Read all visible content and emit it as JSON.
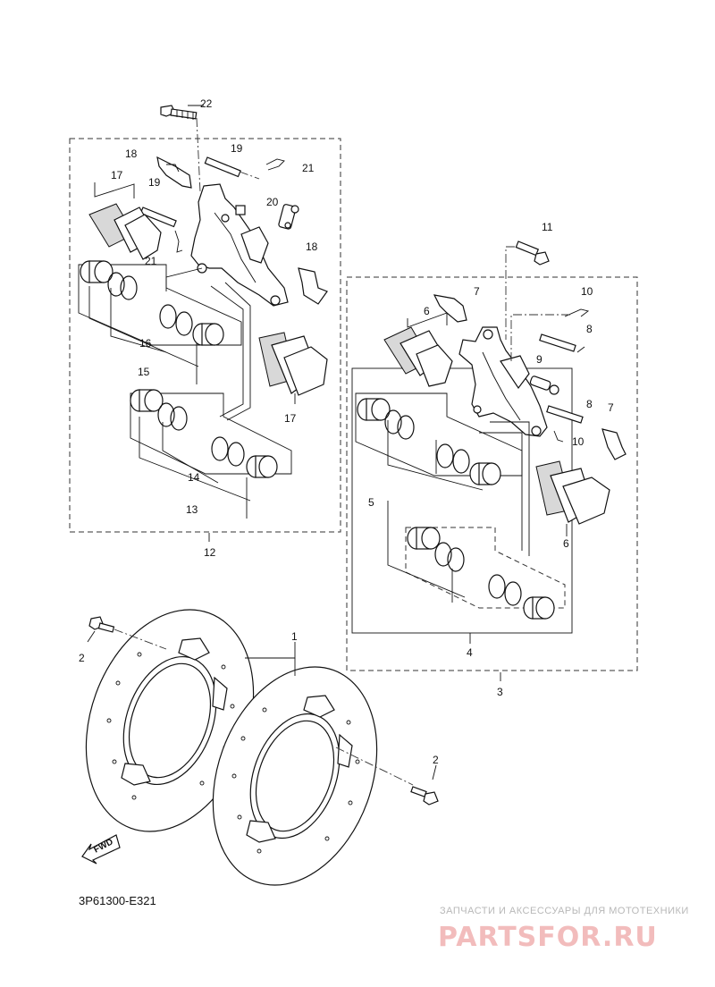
{
  "callouts": {
    "n1": "1",
    "n2a": "2",
    "n2b": "2",
    "n3": "3",
    "n4": "4",
    "n5": "5",
    "n6a": "6",
    "n6b": "6",
    "n7a": "7",
    "n7b": "7",
    "n8a": "8",
    "n8b": "8",
    "n9": "9",
    "n10a": "10",
    "n10b": "10",
    "n11": "11",
    "n12": "12",
    "n13": "13",
    "n14": "14",
    "n15": "15",
    "n16": "16",
    "n17a": "17",
    "n17b": "17",
    "n18a": "18",
    "n18b": "18",
    "n19a": "19",
    "n19b": "19",
    "n20": "20",
    "n21a": "21",
    "n21b": "21",
    "n22": "22"
  },
  "diagram_code": "3P61300-E321",
  "fwd_label": "FWD",
  "watermark": {
    "tagline": "ЗАПЧАСТИ И АКСЕССУАРЫ ДЛЯ МОТОТЕХНИКИ",
    "brand": "PARTSFOR.RU"
  }
}
